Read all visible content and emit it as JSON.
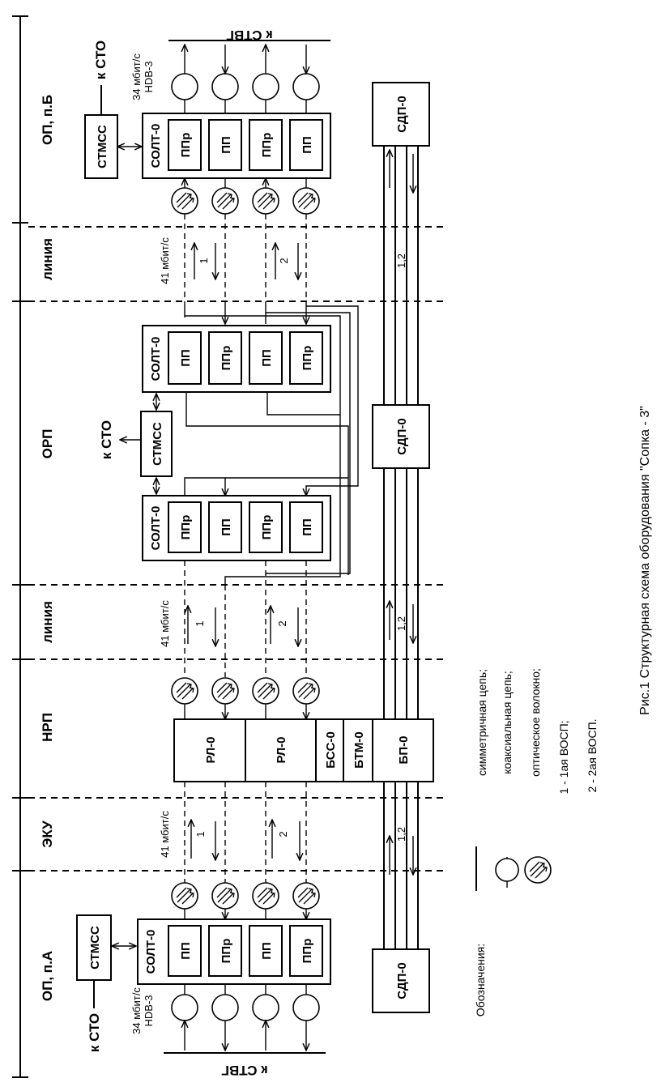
{
  "sections": {
    "op_a": "ОП, п.А",
    "eku": "ЭКУ",
    "nrp": "НРП",
    "line1": "линия",
    "orp": "ОРП",
    "line2": "линия",
    "op_b": "ОП, п.Б"
  },
  "blocks": {
    "solt": "СОЛТ-0",
    "stmss": "СТМСС",
    "pp": "ПП",
    "ppr": "ППр",
    "sdp": "СДП-0",
    "rl": "РЛ-0",
    "bss": "БСС-0",
    "btm": "БТМ-0",
    "bp": "БП-0"
  },
  "labels": {
    "k_sto": "к СТО",
    "k_stvg": "к СТВГ",
    "rate34": "34  мбит/с",
    "hdb3": "HDB-3",
    "rate41": "41 мбит/с",
    "sys1": "1",
    "sys2": "2",
    "sys12": "1,2"
  },
  "legend": {
    "title": "Обозначения:",
    "items": [
      "симметричная цепь;",
      "коаксиальная цепь;",
      "оптическое волокно;",
      "1 - 1ая ВОСП;",
      "2 - 2ая ВОСП."
    ]
  },
  "caption": "Рис.1 Структурная схема оборудования \"Сопка - 3\""
}
